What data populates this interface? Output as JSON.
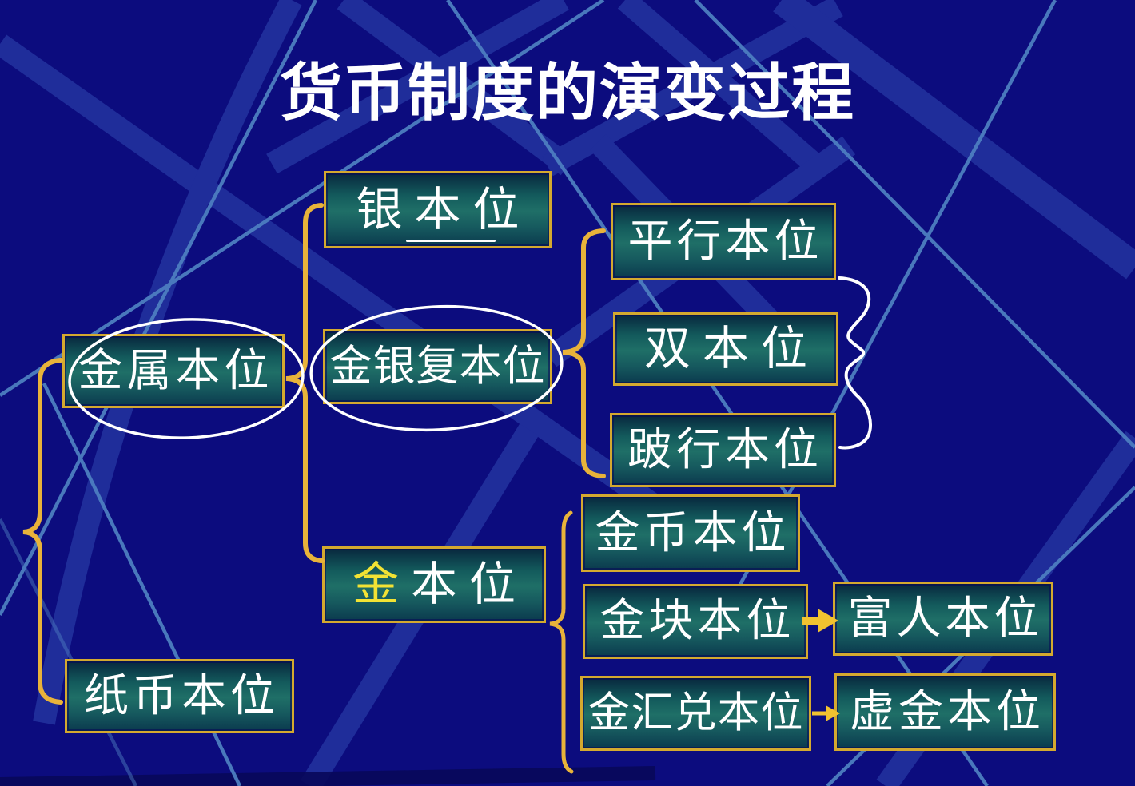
{
  "title": "货币制度的演变过程",
  "boxes": {
    "metal": {
      "label": "金属本位"
    },
    "paper": {
      "label": "纸币本位"
    },
    "silver": {
      "label": "银本位"
    },
    "bimetallic": {
      "label": "金银复本位"
    },
    "gold": {
      "highlight_char": "金",
      "rest": "本位"
    },
    "parallel": {
      "label": "平行本位"
    },
    "double": {
      "label": "双本位"
    },
    "limping": {
      "label": "跛行本位"
    },
    "gold_coin": {
      "label": "金币本位"
    },
    "gold_bullion": {
      "label": "金块本位"
    },
    "rich_man": {
      "label": "富人本位"
    },
    "gold_exchange": {
      "label": "金汇兑本位"
    },
    "virtual_gold": {
      "label": "虚金本位"
    }
  },
  "colors": {
    "background": "#0c0c7e",
    "box_fill": "#1f6f67",
    "box_border": "#d4a92f",
    "box_text": "#ffffff",
    "gold_char_highlight": "#f2e234",
    "brace": "#e8b33a",
    "arrow": "#f2c330",
    "handdrawn_annotation": "#ffffff",
    "background_streak": "#4d7ec0"
  }
}
